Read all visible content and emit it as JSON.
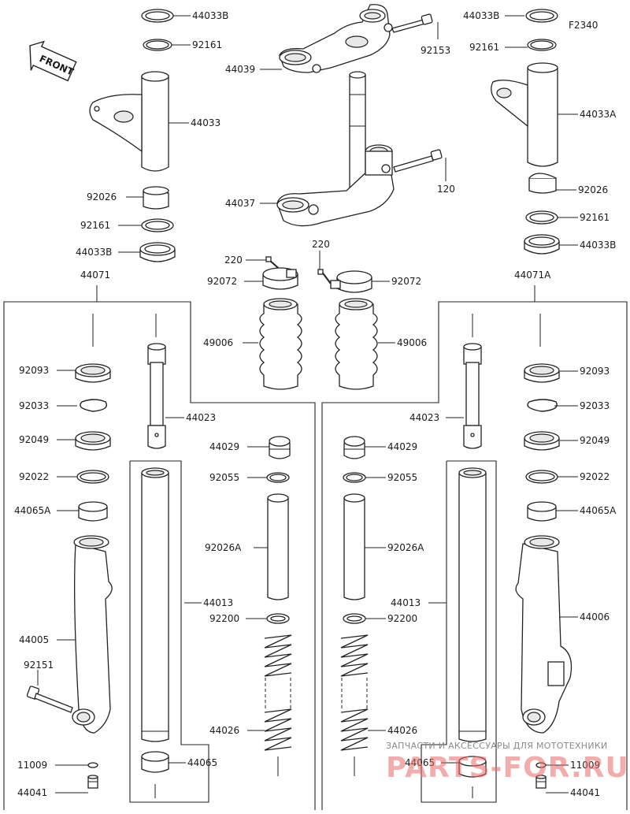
{
  "figure_code": "F2340",
  "front_label": "FRONT",
  "watermark": {
    "tagline": "ЗАПЧАСТИ И АКСЕССУАРЫ ДЛЯ МОТОТЕХНИКИ",
    "logo_text": "PARTS-FOR.RU"
  },
  "labels": {
    "p44033B_tl": "44033B",
    "p92161_tl": "92161",
    "p44033": "44033",
    "p92026_l": "92026",
    "p92161_l": "92161",
    "p44033B_l": "44033B",
    "p44071": "44071",
    "p44039": "44039",
    "p92153": "92153",
    "p44037": "44037",
    "p120": "120",
    "p220_l": "220",
    "p220_r": "220",
    "p92072_l": "92072",
    "p92072_r": "92072",
    "p49006_l": "49006",
    "p49006_r": "49006",
    "p44033B_tr": "44033B",
    "p92161_tr": "92161",
    "p44033A": "44033A",
    "p92026_r": "92026",
    "p92161_r": "92161",
    "p44033B_r": "44033B",
    "p44071A": "44071A",
    "p92093_l": "92093",
    "p92033_l": "92033",
    "p92049_l": "92049",
    "p92022_l": "92022",
    "p44065A_l": "44065A",
    "p44005": "44005",
    "p92151": "92151",
    "p11009_l": "11009",
    "p44041_l": "44041",
    "p44023_l": "44023",
    "p44029_l": "44029",
    "p92055_l": "92055",
    "p92026A_l": "92026A",
    "p44013_l": "44013",
    "p92200_l": "92200",
    "p44026_l": "44026",
    "p44065_l": "44065",
    "p92093_r": "92093",
    "p92033_r": "92033",
    "p92049_r": "92049",
    "p92022_r": "92022",
    "p44065A_r": "44065A",
    "p44006": "44006",
    "p11009_r": "11009",
    "p44041_r": "44041",
    "p44023_r": "44023",
    "p44029_r": "44029",
    "p92055_r": "92055",
    "p92026A_r": "92026A",
    "p44013_r": "44013",
    "p92200_r": "92200",
    "p44026_r": "44026",
    "p44065_r": "44065"
  }
}
